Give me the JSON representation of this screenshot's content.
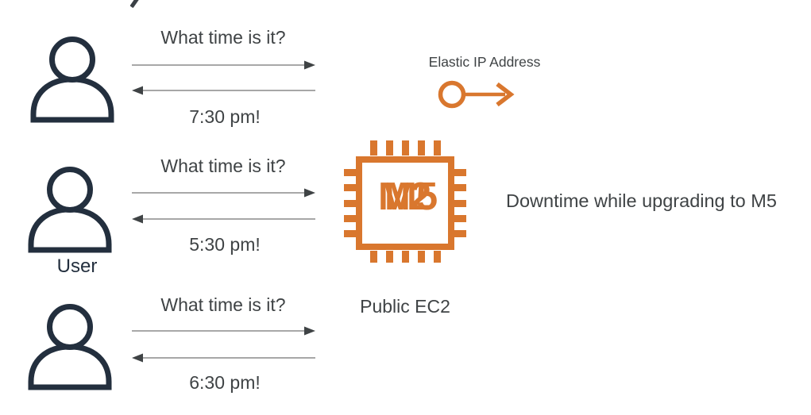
{
  "rows": [
    {
      "question": "What time is it?",
      "answer": "7:30 pm!"
    },
    {
      "question": "What time is it?",
      "answer": "5:30 pm!"
    },
    {
      "question": "What time is it?",
      "answer": "6:30 pm!"
    }
  ],
  "user": {
    "label": "User"
  },
  "elastic_ip": {
    "label": "Elastic IP Address"
  },
  "server": {
    "label": "Public EC2",
    "old_instance": "M2",
    "new_instance": "M5"
  },
  "note": {
    "text": "Downtime while upgrading to M5"
  },
  "colors": {
    "accent_orange": "#D9772E",
    "dark_navy": "#232F3E",
    "text_gray": "#3F4345",
    "request_line_gray": "#A8A8A8",
    "response_line_gray": "#8A8A8A"
  }
}
